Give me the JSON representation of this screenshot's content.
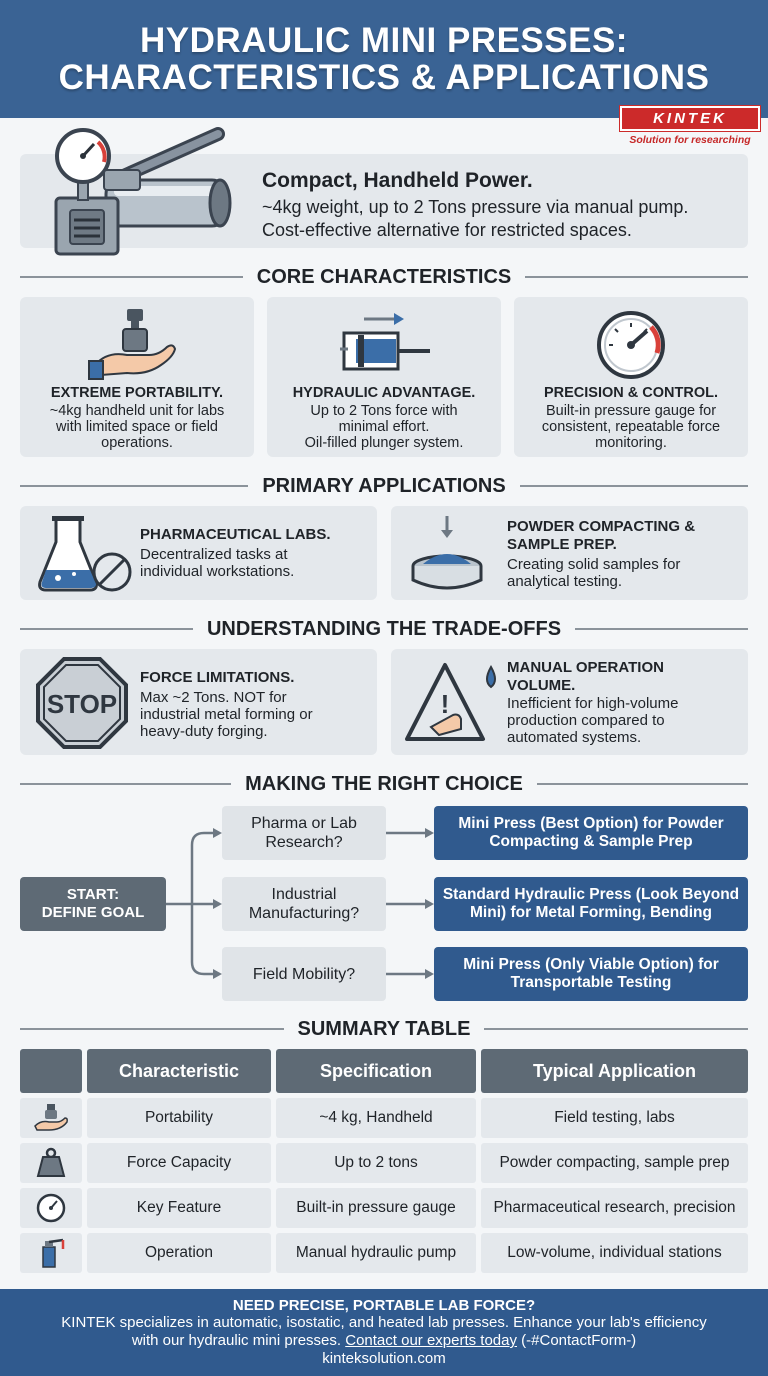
{
  "header": {
    "title_line1": "HYDRAULIC MINI PRESSES:",
    "title_line2": "CHARACTERISTICS & APPLICATIONS",
    "logo": "KINTEK",
    "logo_tagline": "Solution for researching"
  },
  "intro": {
    "title": "Compact, Handheld Power.",
    "line1": "~4kg weight, up to 2 Tons pressure via manual pump.",
    "line2": "Cost-effective alternative for restricted spaces."
  },
  "sections": {
    "core": "CORE CHARACTERISTICS",
    "applications": "PRIMARY APPLICATIONS",
    "tradeoffs": "UNDERSTANDING THE TRADE-OFFS",
    "choice": "MAKING THE RIGHT CHOICE",
    "summary": "SUMMARY TABLE"
  },
  "core": [
    {
      "title": "EXTREME PORTABILITY.",
      "l1": "~4kg handheld unit for labs",
      "l2": "with limited space or field",
      "l3": "operations."
    },
    {
      "title": "HYDRAULIC ADVANTAGE.",
      "l1": "Up to 2 Tons force with",
      "l2": "minimal effort.",
      "l3": "Oil-filled plunger system."
    },
    {
      "title": "PRECISION & CONTROL.",
      "l1": "Built-in pressure gauge for",
      "l2": "consistent, repeatable force",
      "l3": "monitoring."
    }
  ],
  "applications": [
    {
      "t1": "PHARMACEUTICAL LABS.",
      "t2": "",
      "l1": "Decentralized tasks at",
      "l2": "individual workstations."
    },
    {
      "t1": "POWDER COMPACTING &",
      "t2": "SAMPLE PREP.",
      "l1": "Creating solid samples for",
      "l2": "analytical testing."
    }
  ],
  "tradeoffs": [
    {
      "t1": "FORCE LIMITATIONS.",
      "t2": "",
      "l1": "Max ~2 Tons. NOT for",
      "l2": "industrial metal forming or",
      "l3": "heavy-duty forging.",
      "icon_text": "STOP"
    },
    {
      "t1": "MANUAL OPERATION",
      "t2": "VOLUME.",
      "l1": "Inefficient for high-volume",
      "l2": "production compared to",
      "l3": "automated systems."
    }
  ],
  "flow": {
    "start_l1": "START:",
    "start_l2": "DEFINE GOAL",
    "questions": [
      {
        "l1": "Pharma or Lab",
        "l2": "Research?"
      },
      {
        "l1": "Industrial",
        "l2": "Manufacturing?"
      },
      {
        "l1": "Field Mobility?",
        "l2": ""
      }
    ],
    "answers": [
      {
        "l1": "Mini Press (Best Option) for Powder",
        "l2": "Compacting & Sample Prep"
      },
      {
        "l1": "Standard Hydraulic Press (Look Beyond",
        "l2": "Mini) for Metal Forming, Bending"
      },
      {
        "l1": "Mini Press (Only Viable Option) for",
        "l2": "Transportable Testing"
      }
    ]
  },
  "table": {
    "headers": [
      "Characteristic",
      "Specification",
      "Typical Application"
    ],
    "rows": [
      {
        "icon": "hand-valve-icon",
        "c1": "Portability",
        "c2": "~4 kg, Handheld",
        "c3": "Field testing, labs"
      },
      {
        "icon": "weight-icon",
        "c1": "Force Capacity",
        "c2": "Up to 2 tons",
        "c3": "Powder compacting, sample prep"
      },
      {
        "icon": "gauge-icon",
        "c1": "Key Feature",
        "c2": "Built-in pressure gauge",
        "c3": "Pharmaceutical research, precision"
      },
      {
        "icon": "pump-icon",
        "c1": "Operation",
        "c2": "Manual hydraulic pump",
        "c3": "Low-volume, individual stations"
      }
    ]
  },
  "footer": {
    "headline": "NEED PRECISE, PORTABLE LAB FORCE?",
    "body1": "KINTEK specializes in automatic, isostatic, and heated lab presses. Enhance your lab's efficiency",
    "body2": "with our hydraulic mini presses. ",
    "link": "Contact our experts today",
    "anchor": " (-#ContactForm-)",
    "site": "kinteksolution.com"
  },
  "colors": {
    "header": "#3a6394",
    "accent_blue": "#305a8e",
    "card": "#e4e8ec",
    "start_box": "#5e6a75",
    "logo_red": "#cc2a2a"
  }
}
